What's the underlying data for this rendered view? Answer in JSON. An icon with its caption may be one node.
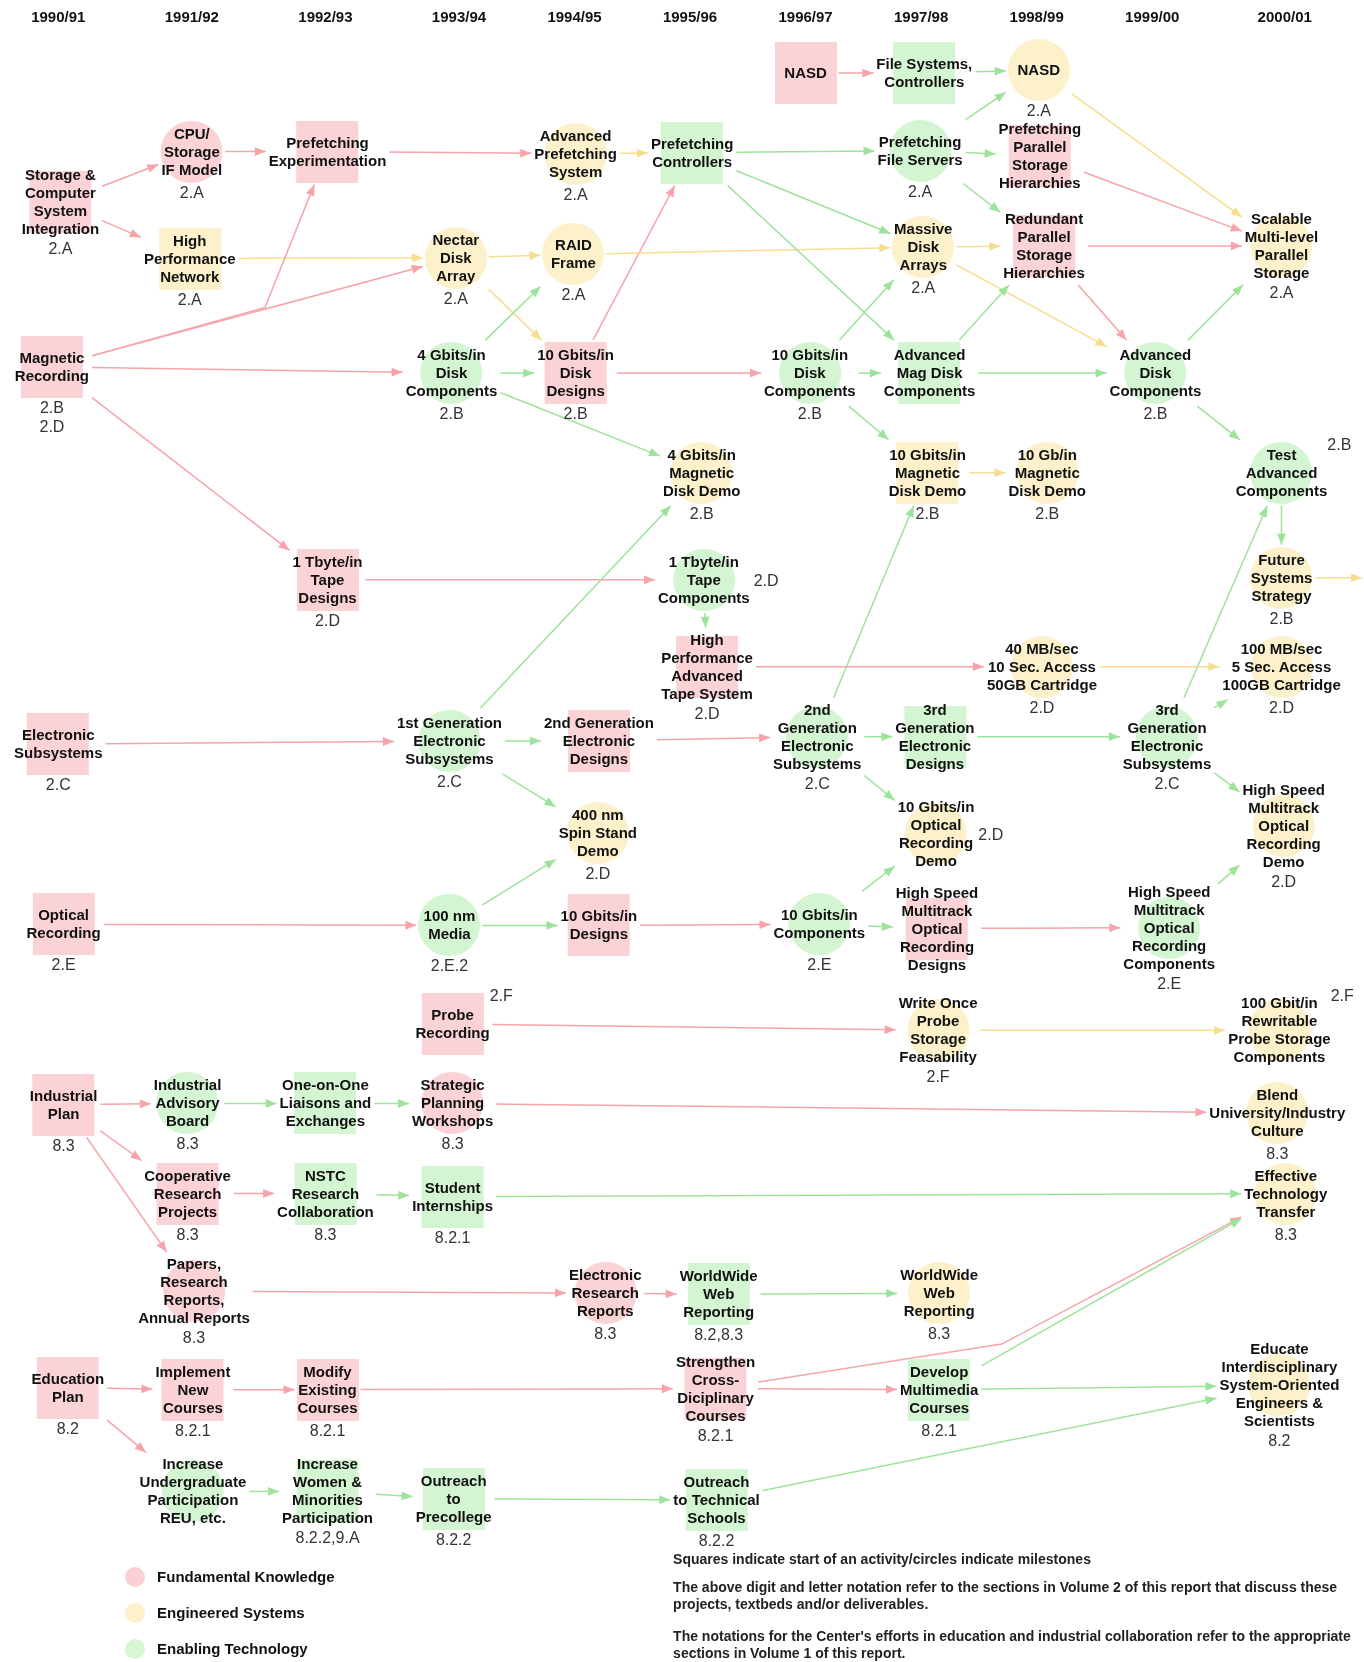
{
  "diagram": {
    "nodes": [
      {
        "text": [
          "NASD"
        ]
      },
      {
        "text": [
          "File Systems, Controllers"
        ]
      },
      {
        "text": [
          "NASD"
        ],
        "beside": [
          "2.A"
        ]
      },
      {
        "text": [
          "CPU/ Storage IF Model"
        ],
        "beside": [
          "2.A"
        ]
      },
      {
        "text": [
          "Prefetching Experimentation"
        ]
      },
      {
        "text": [
          "Advanced Prefetching System"
        ],
        "beside": [
          "2.A"
        ]
      },
      {
        "text": [
          "Prefetching Controllers"
        ]
      },
      {
        "text": [
          "Prefetching File Servers"
        ],
        "beside": [
          "2.A"
        ]
      },
      {
        "text": [
          "Prefetching Parallel Storage Hierarchies"
        ]
      },
      {
        "text": [
          "Storage & Computer System Integration"
        ],
        "beside": [
          "2.A"
        ]
      },
      {
        "text": [
          "High Performance Network"
        ],
        "beside": [
          "2.A"
        ]
      },
      {
        "text": [
          "Nectar Disk Array"
        ],
        "beside": [
          "2.A"
        ]
      },
      {
        "text": [
          "RAID Frame"
        ],
        "beside": [
          "2.A"
        ]
      },
      {
        "text": [
          "Massive Disk Arrays"
        ],
        "beside": [
          "2.A"
        ]
      },
      {
        "text": [
          "Redundant Parallel Storage Hierarchies"
        ]
      },
      {
        "text": [
          "Scalable Multi-level Parallel Storage"
        ],
        "beside": [
          "2.A"
        ]
      },
      {
        "text": [
          "Magnetic Recording"
        ],
        "beside": [
          "2.B",
          "2.D"
        ]
      },
      {
        "text": [
          "4 Gbits/in Disk Components"
        ],
        "beside": [
          "2.B"
        ]
      },
      {
        "text": [
          "10 Gbits/in Disk Designs"
        ],
        "beside": [
          "2.B"
        ]
      },
      {
        "text": [
          "10 Gbits/in Disk Components"
        ],
        "beside": [
          "2.B"
        ]
      },
      {
        "text": [
          "Advanced Mag Disk Components"
        ]
      },
      {
        "text": [
          "Advanced Disk Components"
        ],
        "beside": [
          "2.B"
        ]
      },
      {
        "text": [
          "4 Gbits/in Magnetic Disk Demo"
        ],
        "beside": [
          "2.B"
        ]
      },
      {
        "text": [
          "10 Gbits/in Magnetic Disk Demo"
        ],
        "beside": [
          "2.B"
        ]
      },
      {
        "text": [
          "10 Gb/in Magnetic Disk Demo"
        ],
        "beside": [
          "2.B"
        ]
      },
      {
        "text": [
          "Test Advanced Components"
        ],
        "beside": [
          "2.B"
        ]
      },
      {
        "text": [
          "1 Tbyte/in Tape Designs"
        ],
        "beside": [
          "2.D"
        ]
      },
      {
        "text": [
          "1 Tbyte/in Tape Components"
        ],
        "beside": [
          "2.D"
        ]
      },
      {
        "text": [
          "Future Systems Strategy"
        ],
        "beside": [
          "2.B"
        ]
      },
      {
        "text": [
          "High Performance Advanced Tape System"
        ],
        "beside": [
          "2.D"
        ]
      },
      {
        "text": [
          "40 MB/sec 10 Sec. Access 50GB Cartridge"
        ],
        "beside": [
          "2.D"
        ]
      },
      {
        "text": [
          "100 MB/sec 5 Sec. Access 100GB Cartridge"
        ],
        "beside": [
          "2.D"
        ]
      },
      {
        "text": [
          "Electronic Subsystems"
        ],
        "beside": [
          "2.C"
        ]
      },
      {
        "text": [
          "1st Generation Electronic Subsystems"
        ],
        "beside": [
          "2.C"
        ]
      },
      {
        "text": [
          "2nd Generation Electronic Designs"
        ]
      },
      {
        "text": [
          "2nd Generation Electronic Subsystems"
        ],
        "beside": [
          "2.C"
        ]
      },
      {
        "text": [
          "3rd Generation Electronic Designs"
        ]
      },
      {
        "text": [
          "3rd Generation Electronic Subsystems"
        ],
        "beside": [
          "2.C"
        ]
      },
      {
        "text": [
          "400 nm Spin Stand Demo"
        ],
        "beside": [
          "2.D"
        ]
      },
      {
        "text": [
          "10 Gbits/in Optical Recording Demo"
        ],
        "beside": [
          "2.D"
        ]
      },
      {
        "text": [
          "High Speed Multitrack Optical Recording Demo"
        ],
        "beside": [
          "2.D"
        ]
      },
      {
        "text": [
          "Optical Recording"
        ],
        "beside": [
          "2.E"
        ]
      },
      {
        "text": [
          "100 nm Media"
        ],
        "beside": [
          "2.E.2"
        ]
      },
      {
        "text": [
          "10 Gbits/in Designs"
        ]
      },
      {
        "text": [
          "10 Gbits/in Components"
        ],
        "beside": [
          "2.E"
        ]
      },
      {
        "text": [
          "High Speed Multitrack Optical Recording Designs"
        ]
      },
      {
        "text": [
          "High Speed Multitrack Optical Recording Components"
        ],
        "beside": [
          "2.E"
        ]
      },
      {
        "text": [
          "Probe Recording"
        ],
        "beside": [
          "2.F"
        ]
      },
      {
        "text": [
          "Write Once Probe Storage Feasability"
        ],
        "beside": [
          "2.F"
        ]
      },
      {
        "text": [
          "100 Gbit/in Rewritable Probe Storage Components"
        ],
        "beside": [
          "2.F"
        ]
      },
      {
        "text": [
          "Industrial Plan"
        ],
        "beside": [
          "8.3"
        ]
      },
      {
        "text": [
          "Industrial Advisory Board"
        ],
        "beside": [
          "8.3"
        ]
      },
      {
        "text": [
          "One-on-One Liaisons and Exchanges"
        ]
      },
      {
        "text": [
          "Strategic Planning Workshops"
        ],
        "beside": [
          "8.3"
        ]
      },
      {
        "text": [
          "Blend University/Industry Culture"
        ],
        "beside": [
          "8.3"
        ]
      },
      {
        "text": [
          "Cooperative Research Projects"
        ],
        "beside": [
          "8.3"
        ]
      },
      {
        "text": [
          "NSTC Research Collaboration"
        ],
        "beside": [
          "8.3"
        ]
      },
      {
        "text": [
          "Student Internships"
        ],
        "beside": [
          "8.2.1"
        ]
      },
      {
        "text": [
          "Effective Technology Transfer"
        ],
        "beside": [
          "8.3"
        ]
      },
      {
        "text": [
          "Papers, Research Reports, Annual Reports"
        ],
        "beside": [
          "8.3"
        ]
      },
      {
        "text": [
          "Electronic Research Reports"
        ],
        "beside": [
          "8.3"
        ]
      },
      {
        "text": [
          "WorldWide Web Reporting"
        ],
        "beside": [
          "8.2,8.3"
        ]
      },
      {
        "text": [
          "WorldWide Web Reporting"
        ],
        "beside": [
          "8.3"
        ]
      },
      {
        "text": [
          "Education Plan"
        ],
        "beside": [
          "8.2"
        ]
      },
      {
        "text": [
          "Implement New Courses"
        ],
        "beside": [
          "8.2.1"
        ]
      },
      {
        "text": [
          "Modify Existing Courses"
        ],
        "beside": [
          "8.2.1"
        ]
      },
      {
        "text": [
          "Strengthen Cross-Diciplinary Courses"
        ],
        "beside": [
          "8.2.1"
        ]
      },
      {
        "text": [
          "Develop Multimedia Courses"
        ],
        "beside": [
          "8.2.1"
        ]
      },
      {
        "text": [
          "Educate Interdisciplinary System-Oriented Engineers & Scientists"
        ],
        "beside": [
          "8.2"
        ]
      },
      {
        "text": [
          "Increase Undergraduate Participation REU, etc."
        ]
      },
      {
        "text": [
          "Increase Women & Minorities Participation"
        ],
        "beside": [
          "8.2.2,9.A"
        ]
      },
      {
        "text": [
          "Outreach to Precollege"
        ],
        "beside": [
          "8.2.2"
        ]
      },
      {
        "text": [
          "Outreach to Technical Schools"
        ],
        "beside": [
          "8.2.2"
        ]
      }
    ],
    "edges": [
      {
        "from": 9,
        "to": 3,
        "arrow": "to",
        "color": "#f6a4aa"
      },
      {
        "from": 9,
        "to": 10,
        "arrow": "to",
        "color": "#f6a4aa"
      },
      {
        "from": 3,
        "to": 4,
        "arrow": "to",
        "color": "#f6a4aa"
      },
      {
        "from": 4,
        "to": 5,
        "arrow": "to",
        "color": "#f6a4aa"
      },
      {
        "from": 5,
        "to": 6,
        "arrow": "to",
        "color": "#f7de8f"
      },
      {
        "from": 10,
        "to": 11,
        "arrow": "to",
        "color": "#f7de8f"
      },
      {
        "from": 16,
        "to": 4,
        "arrow": "to",
        "color": "#f6a4aa"
      },
      {
        "from": 16,
        "to": 11,
        "arrow": "to",
        "color": "#f6a4aa"
      },
      {
        "from": 16,
        "to": 17,
        "arrow": "to",
        "color": "#f6a4aa"
      },
      {
        "from": 16,
        "to": 26,
        "arrow": "to",
        "color": "#f6a4aa"
      },
      {
        "from": 11,
        "to": 12,
        "arrow": "to",
        "color": "#f7de8f"
      },
      {
        "from": 11,
        "to": 18,
        "arrow": "to",
        "color": "#f7de8f"
      },
      {
        "from": 17,
        "to": 12,
        "arrow": "to"
      },
      {
        "from": 17,
        "to": 18,
        "arrow": "to"
      },
      {
        "from": 17,
        "to": 22,
        "arrow": "to"
      },
      {
        "from": 18,
        "to": 6,
        "arrow": "to",
        "color": "#f6a4aa"
      },
      {
        "from": 18,
        "to": 19,
        "arrow": "to",
        "color": "#f6a4aa"
      },
      {
        "from": 12,
        "to": 13,
        "arrow": "to",
        "color": "#f7de8f"
      },
      {
        "from": 6,
        "to": 7,
        "arrow": "to"
      },
      {
        "from": 6,
        "to": 13,
        "arrow": "to"
      },
      {
        "from": 6,
        "to": 20,
        "arrow": "to"
      },
      {
        "from": 0,
        "to": 1,
        "arrow": "to",
        "color": "#f6a4aa"
      },
      {
        "from": 1,
        "to": 2,
        "arrow": "to"
      },
      {
        "from": 7,
        "to": 2,
        "arrow": "to"
      },
      {
        "from": 7,
        "to": 8,
        "arrow": "to"
      },
      {
        "from": 7,
        "to": 14,
        "arrow": "to"
      },
      {
        "from": 13,
        "to": 14,
        "arrow": "to",
        "color": "#f7de8f"
      },
      {
        "from": 13,
        "to": 21,
        "arrow": "to",
        "color": "#f7de8f"
      },
      {
        "from": 19,
        "to": 13,
        "arrow": "to"
      },
      {
        "from": 19,
        "to": 20,
        "arrow": "to"
      },
      {
        "from": 19,
        "to": 23,
        "arrow": "to"
      },
      {
        "from": 20,
        "to": 14,
        "arrow": "to"
      },
      {
        "from": 20,
        "to": 21,
        "arrow": "to"
      },
      {
        "from": 2,
        "to": 15,
        "arrow": "to",
        "color": "#f7de8f"
      },
      {
        "from": 8,
        "to": 15,
        "arrow": "to",
        "color": "#f6a4aa"
      },
      {
        "from": 14,
        "to": 15,
        "arrow": "to",
        "color": "#f6a4aa"
      },
      {
        "from": 14,
        "to": 21,
        "arrow": "to",
        "color": "#f6a4aa"
      },
      {
        "from": 21,
        "to": 15,
        "arrow": "to"
      },
      {
        "from": 21,
        "to": 25,
        "arrow": "to"
      },
      {
        "from": 23,
        "to": 24,
        "arrow": "to",
        "color": "#f7de8f"
      },
      {
        "from": 26,
        "to": 27,
        "arrow": "to",
        "color": "#f6a4aa"
      },
      {
        "from": 27,
        "to": 29,
        "arrow": "to"
      },
      {
        "from": 33,
        "to": 22,
        "arrow": "to"
      },
      {
        "from": 35,
        "to": 23,
        "arrow": "to"
      },
      {
        "from": 37,
        "to": 25,
        "arrow": "to"
      },
      {
        "from": 25,
        "to": 28,
        "arrow": "to"
      },
      {
        "from": 28,
        "to": null,
        "arrow": "to",
        "color": "#f7de8f"
      },
      {
        "from": 29,
        "to": 30,
        "arrow": "to",
        "color": "#f6a4aa"
      },
      {
        "from": 30,
        "to": 31,
        "arrow": "to",
        "color": "#f7de8f"
      },
      {
        "from": 32,
        "to": 33,
        "arrow": "to",
        "color": "#f6a4aa"
      },
      {
        "from": 33,
        "to": 34,
        "arrow": "to"
      },
      {
        "from": 33,
        "to": 38,
        "arrow": "to"
      },
      {
        "from": 34,
        "to": 35,
        "arrow": "to",
        "color": "#f6a4aa"
      },
      {
        "from": 35,
        "to": 36,
        "arrow": "to"
      },
      {
        "from": 35,
        "to": 39,
        "arrow": "to"
      },
      {
        "from": 36,
        "to": 37,
        "arrow": "to"
      },
      {
        "from": 37,
        "to": 31,
        "arrow": "to"
      },
      {
        "from": 37,
        "to": 40,
        "arrow": "to"
      },
      {
        "from": 41,
        "to": 42,
        "arrow": "to",
        "color": "#f6a4aa"
      },
      {
        "from": 42,
        "to": 38,
        "arrow": "to"
      },
      {
        "from": 42,
        "to": 43,
        "arrow": "to"
      },
      {
        "from": 43,
        "to": 44,
        "arrow": "to",
        "color": "#f6a4aa"
      },
      {
        "from": 44,
        "to": 39,
        "arrow": "to"
      },
      {
        "from": 44,
        "to": 45,
        "arrow": "to"
      },
      {
        "from": 45,
        "to": 46,
        "arrow": "to",
        "color": "#f6a4aa"
      },
      {
        "from": 46,
        "to": 40,
        "arrow": "to"
      },
      {
        "from": 47,
        "to": 48,
        "arrow": "to",
        "color": "#f6a4aa"
      },
      {
        "from": 48,
        "to": 49,
        "arrow": "to",
        "color": "#f7de8f"
      },
      {
        "from": 50,
        "to": 51,
        "arrow": "to",
        "color": "#f6a4aa"
      },
      {
        "from": 50,
        "to": 55,
        "arrow": "to",
        "color": "#f6a4aa"
      },
      {
        "from": 50,
        "to": 59,
        "arrow": "to",
        "color": "#f6a4aa"
      },
      {
        "from": 51,
        "to": 52,
        "arrow": "to"
      },
      {
        "from": 52,
        "to": 53,
        "arrow": "to"
      },
      {
        "from": 53,
        "to": 54,
        "arrow": "to",
        "color": "#f6a4aa"
      },
      {
        "from": 55,
        "to": 56,
        "arrow": "to",
        "color": "#f6a4aa"
      },
      {
        "from": 56,
        "to": 57,
        "arrow": "to"
      },
      {
        "from": 57,
        "to": 58,
        "arrow": "to"
      },
      {
        "from": 59,
        "to": 60,
        "arrow": "to",
        "color": "#f6a4aa"
      },
      {
        "from": 60,
        "to": 61,
        "arrow": "to",
        "color": "#f6a4aa"
      },
      {
        "from": 61,
        "to": 62,
        "arrow": "to"
      },
      {
        "from": 66,
        "to": 58,
        "arrow": "to",
        "color": "#f6a4aa"
      },
      {
        "from": 66,
        "to": 67,
        "arrow": "to",
        "color": "#f6a4aa"
      },
      {
        "from": 67,
        "to": 58,
        "arrow": "to"
      },
      {
        "from": 67,
        "to": 68,
        "arrow": "to"
      },
      {
        "from": 72,
        "to": 68,
        "arrow": "to"
      },
      {
        "from": 63,
        "to": 64,
        "arrow": "to",
        "color": "#f6a4aa"
      },
      {
        "from": 63,
        "to": 69,
        "arrow": "to",
        "color": "#f6a4aa"
      },
      {
        "from": 64,
        "to": 65,
        "arrow": "to",
        "color": "#f6a4aa"
      },
      {
        "from": 65,
        "to": 66,
        "arrow": "to",
        "color": "#f6a4aa"
      },
      {
        "from": 69,
        "to": 70,
        "arrow": "to"
      },
      {
        "from": 70,
        "to": 71,
        "arrow": "to"
      },
      {
        "from": 71,
        "to": 72,
        "arrow": "to"
      }
    ],
    "labels": [
      "1990/91",
      "1991/92",
      "1992/93",
      "1993/94",
      "1994/95",
      "1995/96",
      "1996/97",
      "1997/98",
      "1998/99",
      "1999/00",
      "2000/01",
      "Squares indicate start of an activity/circles indicate milestones",
      "The above digit and letter notation refer to the sections in Volume 2 of this report that discuss these projects, textbeds and/or deliverables.",
      "The notations for the Center's efforts in education and industrial collaboration refer to the appropriate sections in Volume 1 of this report."
    ],
    "legend": [
      {
        "text": "Fundamental Knowledge",
        "color": "#fbd0d3"
      },
      {
        "text": "Engineered Systems",
        "color": "#fdf1cc"
      },
      {
        "text": "Enabling Technology",
        "color": "#d7f6d4"
      }
    ]
  }
}
